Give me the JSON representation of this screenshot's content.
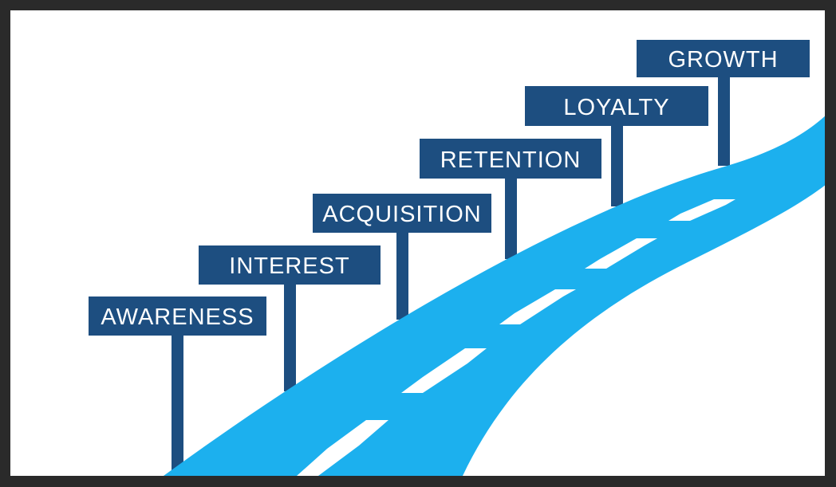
{
  "title": "Customer journey road",
  "colors": {
    "frame": "#2a2a2a",
    "background": "#ffffff",
    "sign": "#1d4e80",
    "road": "#1cb0ee",
    "lane_marking": "#ffffff",
    "sign_text": "#ffffff"
  },
  "stages": [
    {
      "label": "AWARENESS",
      "order": 1
    },
    {
      "label": "INTEREST",
      "order": 2
    },
    {
      "label": "ACQUISITION",
      "order": 3
    },
    {
      "label": "RETENTION",
      "order": 4
    },
    {
      "label": "LOYALTY",
      "order": 5
    },
    {
      "label": "GROWTH",
      "order": 6
    }
  ]
}
